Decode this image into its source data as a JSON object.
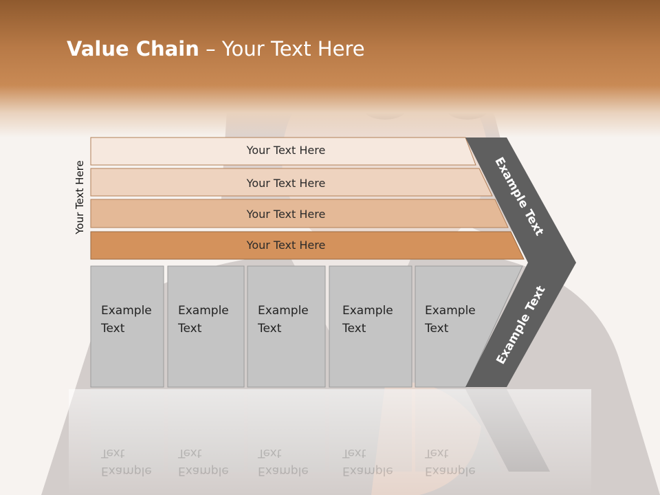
{
  "title": {
    "bold": "Value Chain",
    "rest": " – Your Text Here"
  },
  "side_label": "Your Text Here",
  "bars": [
    {
      "label": "Your Text Here",
      "color": "#f6e8de"
    },
    {
      "label": "Your Text Here",
      "color": "#eed3bf"
    },
    {
      "label": "Your Text Here",
      "color": "#e4b997"
    },
    {
      "label": "Your Text Here",
      "color": "#d4925c"
    }
  ],
  "cells": [
    {
      "line1": "Example",
      "line2": "Text"
    },
    {
      "line1": "Example",
      "line2": "Text"
    },
    {
      "line1": "Example",
      "line2": "Text"
    },
    {
      "line1": "Example",
      "line2": "Text"
    },
    {
      "line1": "Example",
      "line2": "Text"
    }
  ],
  "chevron": {
    "upper": "Example Text",
    "lower": "Example Text",
    "color": "#5f5f5f"
  }
}
